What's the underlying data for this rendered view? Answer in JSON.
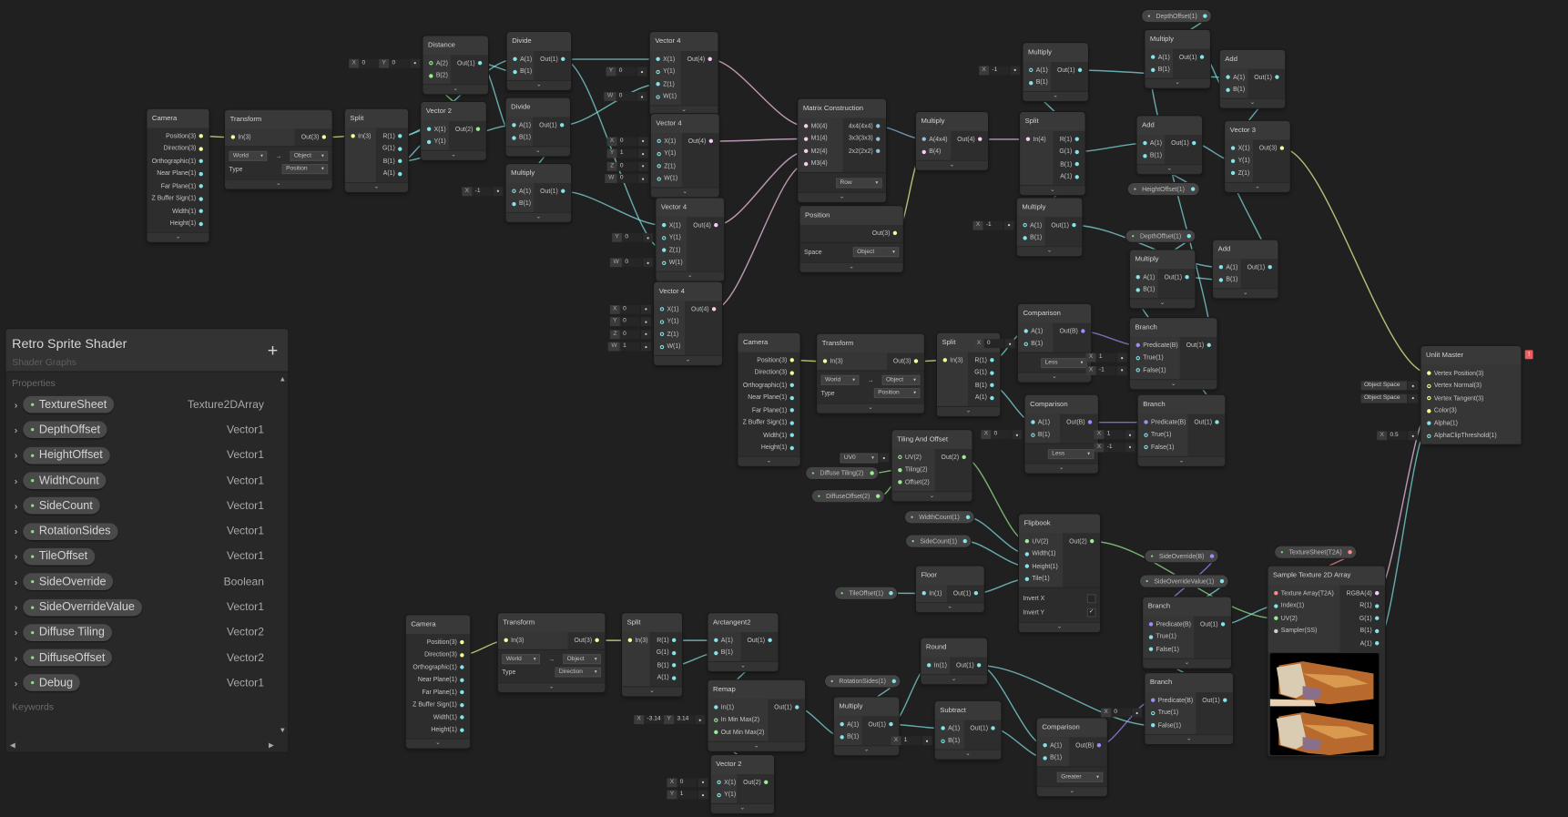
{
  "blackboard": {
    "title": "Retro Sprite Shader",
    "subtitle": "Shader Graphs",
    "add_label": "+",
    "section_properties": "Properties",
    "section_keywords": "Keywords",
    "properties": [
      {
        "name": "TextureSheet",
        "type": "Texture2DArray"
      },
      {
        "name": "DepthOffset",
        "type": "Vector1"
      },
      {
        "name": "HeightOffset",
        "type": "Vector1"
      },
      {
        "name": "WidthCount",
        "type": "Vector1"
      },
      {
        "name": "SideCount",
        "type": "Vector1"
      },
      {
        "name": "RotationSides",
        "type": "Vector1"
      },
      {
        "name": "TileOffset",
        "type": "Vector1"
      },
      {
        "name": "SideOverride",
        "type": "Boolean"
      },
      {
        "name": "SideOverrideValue",
        "type": "Vector1"
      },
      {
        "name": "Diffuse Tiling",
        "type": "Vector2"
      },
      {
        "name": "DiffuseOffset",
        "type": "Vector2"
      },
      {
        "name": "Debug",
        "type": "Vector1"
      }
    ]
  },
  "colors": {
    "background": "#202020",
    "port_1": "#84e4e7",
    "port_2": "#9aef92",
    "port_3": "#f6ff9a",
    "port_4": "#fbcbf4",
    "port_matrix": "#8fc1df",
    "port_bool": "#9c8ffc",
    "port_texture": "#ff8b8b",
    "port_sampler": "#cfcfcf",
    "error": "#f25b5b"
  },
  "nodes": [
    {
      "id": "camera1",
      "title": "Camera",
      "inputs": [],
      "outputs": [
        "Position(3)",
        "Direction(3)",
        "Orthographic(1)",
        "Near Plane(1)",
        "Far Plane(1)",
        "Z Buffer Sign(1)",
        "Width(1)",
        "Height(1)"
      ]
    },
    {
      "id": "transform1",
      "title": "Transform",
      "inputs": [
        {
          "label": "In(3)"
        }
      ],
      "outputs": [
        "Out(3)"
      ],
      "controls": [
        {
          "type": "conv",
          "from": "World",
          "arrow": "→",
          "to": "Object"
        },
        {
          "type": "select",
          "label": "Type",
          "value": "Position"
        }
      ]
    },
    {
      "id": "split1",
      "title": "Split",
      "inputs": [
        {
          "label": "In(3)"
        }
      ],
      "outputs": [
        "R(1)",
        "G(1)",
        "B(1)",
        "A(1)"
      ]
    },
    {
      "id": "distance",
      "title": "Distance",
      "inputs": [
        {
          "label": "A(2)",
          "field": [
            [
              "X",
              "0"
            ],
            [
              "Y",
              "0"
            ]
          ]
        },
        {
          "label": "B(2)"
        }
      ],
      "outputs": [
        "Out(1)"
      ]
    },
    {
      "id": "vec2a",
      "title": "Vector 2",
      "inputs": [
        {
          "label": "X(1)"
        },
        {
          "label": "Y(1)"
        }
      ],
      "outputs": [
        "Out(2)"
      ]
    },
    {
      "id": "divide1",
      "title": "Divide",
      "inputs": [
        {
          "label": "A(1)"
        },
        {
          "label": "B(1)"
        }
      ],
      "outputs": [
        "Out(1)"
      ]
    },
    {
      "id": "divide2",
      "title": "Divide",
      "inputs": [
        {
          "label": "A(1)"
        },
        {
          "label": "B(1)"
        }
      ],
      "outputs": [
        "Out(1)"
      ]
    },
    {
      "id": "multiply1",
      "title": "Multiply",
      "inputs": [
        {
          "label": "A(1)",
          "field": [
            [
              "X",
              "-1"
            ]
          ]
        },
        {
          "label": "B(1)"
        }
      ],
      "outputs": [
        "Out(1)"
      ]
    },
    {
      "id": "vec4a",
      "title": "Vector 4",
      "inputs": [
        {
          "label": "X(1)"
        },
        {
          "label": "Y(1)",
          "field": [
            [
              "Y",
              "0"
            ]
          ]
        },
        {
          "label": "Z(1)"
        },
        {
          "label": "W(1)",
          "field": [
            [
              "W",
              "0"
            ]
          ]
        }
      ],
      "outputs": [
        "Out(4)"
      ]
    },
    {
      "id": "vec4b",
      "title": "Vector 4",
      "inputs": [
        {
          "label": "X(1)",
          "field": [
            [
              "X",
              "0"
            ]
          ]
        },
        {
          "label": "Y(1)",
          "field": [
            [
              "Y",
              "1"
            ]
          ]
        },
        {
          "label": "Z(1)",
          "field": [
            [
              "Z",
              "0"
            ]
          ]
        },
        {
          "label": "W(1)",
          "field": [
            [
              "W",
              "0"
            ]
          ]
        }
      ],
      "outputs": [
        "Out(4)"
      ]
    },
    {
      "id": "vec4c",
      "title": "Vector 4",
      "inputs": [
        {
          "label": "X(1)"
        },
        {
          "label": "Y(1)",
          "field": [
            [
              "Y",
              "0"
            ]
          ]
        },
        {
          "label": "Z(1)"
        },
        {
          "label": "W(1)",
          "field": [
            [
              "W",
              "0"
            ]
          ]
        }
      ],
      "outputs": [
        "Out(4)"
      ]
    },
    {
      "id": "vec4d",
      "title": "Vector 4",
      "inputs": [
        {
          "label": "X(1)",
          "field": [
            [
              "X",
              "0"
            ]
          ]
        },
        {
          "label": "Y(1)",
          "field": [
            [
              "Y",
              "0"
            ]
          ]
        },
        {
          "label": "Z(1)",
          "field": [
            [
              "Z",
              "0"
            ]
          ]
        },
        {
          "label": "W(1)",
          "field": [
            [
              "W",
              "1"
            ]
          ]
        }
      ],
      "outputs": [
        "Out(4)"
      ]
    },
    {
      "id": "matrix",
      "title": "Matrix Construction",
      "inputs": [
        {
          "label": "M0(4)"
        },
        {
          "label": "M1(4)"
        },
        {
          "label": "M2(4)"
        },
        {
          "label": "M3(4)"
        }
      ],
      "outputs": [
        "4x4(4x4)",
        "3x3(3x3)",
        "2x2(2x2)"
      ],
      "controls": [
        {
          "type": "select",
          "label": "",
          "value": "Row"
        }
      ]
    },
    {
      "id": "position",
      "title": "Position",
      "inputs": [],
      "outputs": [
        "Out(3)"
      ],
      "controls": [
        {
          "type": "select",
          "label": "Space",
          "value": "Object"
        }
      ]
    },
    {
      "id": "multiply2",
      "title": "Multiply",
      "inputs": [
        {
          "label": "A(4x4)"
        },
        {
          "label": "B(4)"
        }
      ],
      "outputs": [
        "Out(4)"
      ]
    },
    {
      "id": "multiply3",
      "title": "Multiply",
      "inputs": [
        {
          "label": "A(1)",
          "field": [
            [
              "X",
              "-1"
            ]
          ]
        },
        {
          "label": "B(1)"
        }
      ],
      "outputs": [
        "Out(1)"
      ]
    },
    {
      "id": "split2",
      "title": "Split",
      "inputs": [
        {
          "label": "In(4)"
        }
      ],
      "outputs": [
        "R(1)",
        "G(1)",
        "B(1)",
        "A(1)"
      ]
    },
    {
      "id": "multiply4",
      "title": "Multiply",
      "inputs": [
        {
          "label": "A(1)",
          "field": [
            [
              "X",
              "-1"
            ]
          ]
        },
        {
          "label": "B(1)"
        }
      ],
      "outputs": [
        "Out(1)"
      ]
    },
    {
      "id": "multiply5",
      "title": "Multiply",
      "inputs": [
        {
          "label": "A(1)"
        },
        {
          "label": "B(1)"
        }
      ],
      "outputs": [
        "Out(1)"
      ]
    },
    {
      "id": "add1",
      "title": "Add",
      "inputs": [
        {
          "label": "A(1)"
        },
        {
          "label": "B(1)"
        }
      ],
      "outputs": [
        "Out(1)"
      ]
    },
    {
      "id": "add2",
      "title": "Add",
      "inputs": [
        {
          "label": "A(1)"
        },
        {
          "label": "B(1)"
        }
      ],
      "outputs": [
        "Out(1)"
      ]
    },
    {
      "id": "vector3",
      "title": "Vector 3",
      "inputs": [
        {
          "label": "X(1)"
        },
        {
          "label": "Y(1)"
        },
        {
          "label": "Z(1)"
        }
      ],
      "outputs": [
        "Out(3)"
      ]
    },
    {
      "id": "multiply6",
      "title": "Multiply",
      "inputs": [
        {
          "label": "A(1)"
        },
        {
          "label": "B(1)"
        }
      ],
      "outputs": [
        "Out(1)"
      ]
    },
    {
      "id": "add3",
      "title": "Add",
      "inputs": [
        {
          "label": "A(1)"
        },
        {
          "label": "B(1)"
        }
      ],
      "outputs": [
        "Out(1)"
      ]
    },
    {
      "id": "camera2",
      "title": "Camera",
      "inputs": [],
      "outputs": [
        "Position(3)",
        "Direction(3)",
        "Orthographic(1)",
        "Near Plane(1)",
        "Far Plane(1)",
        "Z Buffer Sign(1)",
        "Width(1)",
        "Height(1)"
      ]
    },
    {
      "id": "transform2",
      "title": "Transform",
      "inputs": [
        {
          "label": "In(3)"
        }
      ],
      "outputs": [
        "Out(3)"
      ],
      "controls": [
        {
          "type": "conv",
          "from": "World",
          "arrow": "→",
          "to": "Object"
        },
        {
          "type": "select",
          "label": "Type",
          "value": "Position"
        }
      ]
    },
    {
      "id": "split3",
      "title": "Split",
      "inputs": [
        {
          "label": "In(3)"
        }
      ],
      "outputs": [
        "R(1)",
        "G(1)",
        "B(1)",
        "A(1)"
      ]
    },
    {
      "id": "comparison1",
      "title": "Comparison",
      "inputs": [
        {
          "label": "A(1)"
        },
        {
          "label": "B(1)",
          "field": [
            [
              "X",
              "0"
            ]
          ]
        }
      ],
      "outputs": [
        "Out(B)"
      ],
      "controls": [
        {
          "type": "select",
          "label": "",
          "value": "Less"
        }
      ]
    },
    {
      "id": "branch1",
      "title": "Branch",
      "inputs": [
        {
          "label": "Predicate(B)"
        },
        {
          "label": "True(1)",
          "field": [
            [
              "X",
              "1"
            ]
          ]
        },
        {
          "label": "False(1)",
          "field": [
            [
              "X",
              "-1"
            ]
          ]
        }
      ],
      "outputs": [
        "Out(1)"
      ]
    },
    {
      "id": "comparison2",
      "title": "Comparison",
      "inputs": [
        {
          "label": "A(1)"
        },
        {
          "label": "B(1)",
          "field": [
            [
              "X",
              "0"
            ]
          ]
        }
      ],
      "outputs": [
        "Out(B)"
      ],
      "controls": [
        {
          "type": "select",
          "label": "",
          "value": "Less"
        }
      ]
    },
    {
      "id": "branch2",
      "title": "Branch",
      "inputs": [
        {
          "label": "Predicate(B)"
        },
        {
          "label": "True(1)",
          "field": [
            [
              "X",
              "1"
            ]
          ]
        },
        {
          "label": "False(1)",
          "field": [
            [
              "X",
              "-1"
            ]
          ]
        }
      ],
      "outputs": [
        "Out(1)"
      ]
    },
    {
      "id": "tiling",
      "title": "Tiling And Offset",
      "inputs": [
        {
          "label": "UV(2)",
          "dropdown": "UV0"
        },
        {
          "label": "Tiling(2)"
        },
        {
          "label": "Offset(2)"
        }
      ],
      "outputs": [
        "Out(2)"
      ]
    },
    {
      "id": "flipbook",
      "title": "Flipbook",
      "inputs": [
        {
          "label": "UV(2)"
        },
        {
          "label": "Width(1)"
        },
        {
          "label": "Height(1)"
        },
        {
          "label": "Tile(1)"
        }
      ],
      "outputs": [
        "Out(2)"
      ],
      "controls": [
        {
          "type": "toggle",
          "label": "Invert X",
          "checked": false
        },
        {
          "type": "toggle",
          "label": "Invert Y",
          "checked": true
        }
      ]
    },
    {
      "id": "floor",
      "title": "Floor",
      "inputs": [
        {
          "label": "In(1)"
        }
      ],
      "outputs": [
        "Out(1)"
      ]
    },
    {
      "id": "branch3",
      "title": "Branch",
      "inputs": [
        {
          "label": "Predicate(B)"
        },
        {
          "label": "True(1)"
        },
        {
          "label": "False(1)"
        }
      ],
      "outputs": [
        "Out(1)"
      ]
    },
    {
      "id": "sample",
      "title": "Sample Texture 2D Array",
      "inputs": [
        {
          "label": "Texture Array(T2A)"
        },
        {
          "label": "Index(1)"
        },
        {
          "label": "UV(2)"
        },
        {
          "label": "Sampler(SS)"
        }
      ],
      "outputs": [
        "RGBA(4)",
        "R(1)",
        "G(1)",
        "B(1)",
        "A(1)"
      ],
      "preview": true
    },
    {
      "id": "master",
      "title": "Unlit Master",
      "inputs": [
        {
          "label": "Vertex Position(3)"
        },
        {
          "label": "Vertex Normal(3)",
          "field": [
            [
              "",
              "Object Space"
            ]
          ]
        },
        {
          "label": "Vertex Tangent(3)",
          "field": [
            [
              "",
              "Object Space"
            ]
          ]
        },
        {
          "label": "Color(3)"
        },
        {
          "label": "Alpha(1)"
        },
        {
          "label": "AlphaClipThreshold(1)",
          "field": [
            [
              "X",
              "0.5"
            ]
          ]
        }
      ],
      "outputs": [],
      "badge": "!"
    },
    {
      "id": "camera3",
      "title": "Camera",
      "inputs": [],
      "outputs": [
        "Position(3)",
        "Direction(3)",
        "Orthographic(1)",
        "Near Plane(1)",
        "Far Plane(1)",
        "Z Buffer Sign(1)",
        "Width(1)",
        "Height(1)"
      ]
    },
    {
      "id": "transform3",
      "title": "Transform",
      "inputs": [
        {
          "label": "In(3)"
        }
      ],
      "outputs": [
        "Out(3)"
      ],
      "controls": [
        {
          "type": "conv",
          "from": "World",
          "arrow": "→",
          "to": "Object"
        },
        {
          "type": "select",
          "label": "Type",
          "value": "Direction"
        }
      ]
    },
    {
      "id": "split4",
      "title": "Split",
      "inputs": [
        {
          "label": "In(3)"
        }
      ],
      "outputs": [
        "R(1)",
        "G(1)",
        "B(1)",
        "A(1)"
      ]
    },
    {
      "id": "atan2",
      "title": "Arctangent2",
      "inputs": [
        {
          "label": "A(1)"
        },
        {
          "label": "B(1)"
        }
      ],
      "outputs": [
        "Out(1)"
      ]
    },
    {
      "id": "remap",
      "title": "Remap",
      "inputs": [
        {
          "label": "In(1)"
        },
        {
          "label": "In Min Max(2)",
          "field": [
            [
              "X",
              "-3.14"
            ],
            [
              "Y",
              "3.14"
            ]
          ]
        },
        {
          "label": "Out Min Max(2)"
        }
      ],
      "outputs": [
        "Out(1)"
      ]
    },
    {
      "id": "vec2b",
      "title": "Vector 2",
      "inputs": [
        {
          "label": "X(1)",
          "field": [
            [
              "X",
              "0"
            ]
          ]
        },
        {
          "label": "Y(1)",
          "field": [
            [
              "Y",
              "1"
            ]
          ]
        }
      ],
      "outputs": [
        "Out(2)"
      ]
    },
    {
      "id": "multiply7",
      "title": "Multiply",
      "inputs": [
        {
          "label": "A(1)"
        },
        {
          "label": "B(1)"
        }
      ],
      "outputs": [
        "Out(1)"
      ]
    },
    {
      "id": "round",
      "title": "Round",
      "inputs": [
        {
          "label": "In(1)"
        }
      ],
      "outputs": [
        "Out(1)"
      ]
    },
    {
      "id": "subtract",
      "title": "Subtract",
      "inputs": [
        {
          "label": "A(1)"
        },
        {
          "label": "B(1)",
          "field": [
            [
              "X",
              "1"
            ]
          ]
        }
      ],
      "outputs": [
        "Out(1)"
      ]
    },
    {
      "id": "comparison3",
      "title": "Comparison",
      "inputs": [
        {
          "label": "A(1)"
        },
        {
          "label": "B(1)"
        }
      ],
      "outputs": [
        "Out(B)"
      ],
      "controls": [
        {
          "type": "select",
          "label": "",
          "value": "Greater"
        }
      ]
    },
    {
      "id": "branch4",
      "title": "Branch",
      "inputs": [
        {
          "label": "Predicate(B)"
        },
        {
          "label": "True(1)",
          "field": [
            [
              "X",
              "0"
            ]
          ]
        },
        {
          "label": "False(1)"
        }
      ],
      "outputs": [
        "Out(1)"
      ]
    }
  ],
  "property_nodes": [
    {
      "id": "p_depth1",
      "label": "DepthOffset(1)"
    },
    {
      "id": "p_height",
      "label": "HeightOffset(1)"
    },
    {
      "id": "p_depth2",
      "label": "DepthOffset(1)"
    },
    {
      "id": "p_tiling",
      "label": "Diffuse Tiling(2)"
    },
    {
      "id": "p_offset",
      "label": "DiffuseOffset(2)"
    },
    {
      "id": "p_width",
      "label": "WidthCount(1)"
    },
    {
      "id": "p_side",
      "label": "SideCount(1)"
    },
    {
      "id": "p_tile",
      "label": "TileOffset(1)"
    },
    {
      "id": "p_sideov",
      "label": "SideOverride(B)"
    },
    {
      "id": "p_sideval",
      "label": "SideOverrideValue(1)"
    },
    {
      "id": "p_tex",
      "label": "TextureSheet(T2A)"
    },
    {
      "id": "p_rot",
      "label": "RotationSides(1)"
    }
  ]
}
